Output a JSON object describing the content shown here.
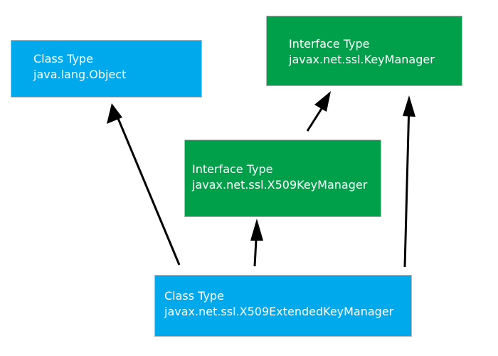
{
  "colors": {
    "class_box": "#00a9ec",
    "interface_box": "#00a04b",
    "arrow": "#000000",
    "box_text": "#ffffff"
  },
  "nodes": {
    "object": {
      "kind": "Class Type",
      "name": "java.lang.Object"
    },
    "key_manager": {
      "kind": "Interface Type",
      "name": "javax.net.ssl.KeyManager"
    },
    "x509_key_manager": {
      "kind": "Interface Type",
      "name": "javax.net.ssl.X509KeyManager"
    },
    "x509_extended_key_manager": {
      "kind": "Class Type",
      "name": "javax.net.ssl.X509ExtendedKeyManager"
    }
  },
  "edges": [
    {
      "from": "x509_extended_key_manager",
      "to": "object"
    },
    {
      "from": "x509_extended_key_manager",
      "to": "x509_key_manager"
    },
    {
      "from": "x509_extended_key_manager",
      "to": "key_manager"
    },
    {
      "from": "x509_key_manager",
      "to": "key_manager"
    }
  ]
}
